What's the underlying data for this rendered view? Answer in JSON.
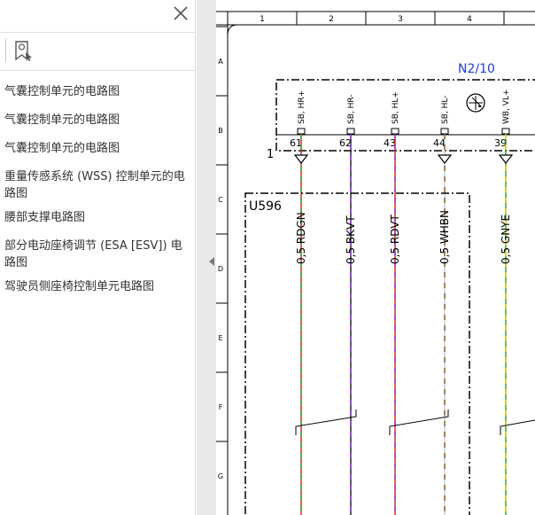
{
  "sidebar": {
    "bookmarks": [
      "气囊控制单元的电路图",
      "气囊控制单元的电路图",
      "气囊控制单元的电路图",
      "重量传感系统 (WSS) 控制单元的电路图",
      "腰部支撑电路图",
      "部分电动座椅调节 (ESA [ESV]) 电路图",
      "驾驶员侧座椅控制单元电路图"
    ]
  },
  "diagram": {
    "columns": [
      "1",
      "2",
      "3",
      "4"
    ],
    "rows": [
      "A",
      "B",
      "C",
      "D",
      "E",
      "F",
      "G"
    ],
    "connector": {
      "name": "N2/10",
      "pin_side": "1",
      "pins": [
        {
          "label": "SB, HR+",
          "number": "61",
          "wire": "0,5 RDGN",
          "color1": "#d62020",
          "color2": "#2aa02a"
        },
        {
          "label": "SB, HR-",
          "number": "62",
          "wire": "0,5 BKVT",
          "color1": "#1a1a1a",
          "color2": "#8a2be2"
        },
        {
          "label": "SB, HL+",
          "number": "43",
          "wire": "0,5 RDVT",
          "color1": "#d62020",
          "color2": "#8a2be2"
        },
        {
          "label": "SB, HL-",
          "number": "44",
          "wire": "0,5 WHBN",
          "color1": "#c9c9c9",
          "color2": "#8b5a2b"
        },
        {
          "label": "WB, VL+",
          "number": "39",
          "wire": "0,5 GNYE",
          "color1": "#2aa02a",
          "color2": "#e8d800"
        }
      ]
    },
    "module": "U596",
    "colors": {
      "connector_name": "#1c3fd6",
      "frame": "#000000"
    }
  }
}
